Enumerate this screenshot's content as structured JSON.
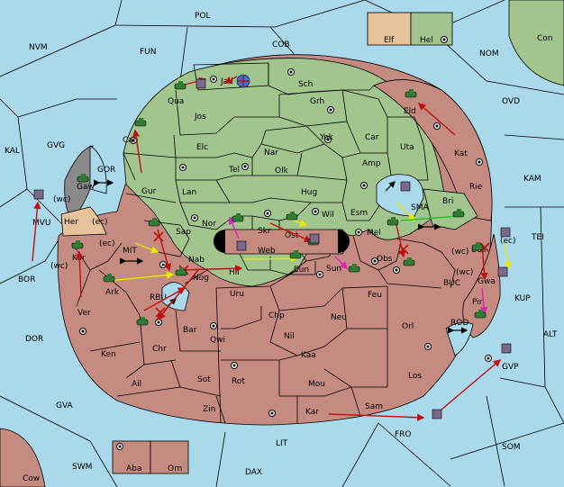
{
  "legend": {
    "left": "Elf",
    "right": "Hel"
  },
  "colors": {
    "sea": "#a9d9ea",
    "hel": "#a2c58e",
    "opponent": "#c58a80",
    "elf": "#e7c29a",
    "neutral": "#8a8a8a"
  },
  "sea_labels": {
    "POL": "POL",
    "COB": "COB",
    "FUN": "FUN",
    "NVM": "NVM",
    "NOM": "NOM",
    "CON": "Con",
    "OVD": "OVD",
    "KAL": "KAL",
    "GVG": "GVG",
    "GOR": "GOR",
    "KAM": "KAM",
    "TEI": "TEI",
    "MIT": "MIT",
    "BOR": "BOR",
    "DOR": "DOR",
    "RBU": "RBU",
    "BUC": "BUC",
    "KUP": "KUP",
    "ROD": "ROD",
    "ALT": "ALT",
    "GVA": "GVA",
    "LIT": "LIT",
    "FRO": "FRO",
    "SOM": "SOM",
    "SWM": "SWM",
    "DAX": "DAX",
    "SMA": "SMA",
    "WC1": "(wc)",
    "EC1": "(ec)",
    "WC2": "(wc)",
    "EC2": "(ec)",
    "WC3": "(wc)",
    "EC3": "(ec)",
    "WC4": "(wc)"
  },
  "land_labels": {
    "Jad": "Jad",
    "Sch": "Sch",
    "Qua": "Qua",
    "Jos": "Jos",
    "Grh": "Grh",
    "Eld": "Eld",
    "Can": "Can",
    "Elc": "Elc",
    "Nar": "Nar",
    "Yok": "Yok",
    "Car": "Car",
    "Uta": "Uta",
    "Kat": "Kat",
    "Tel": "Tel",
    "Olk": "Olk",
    "Amp": "Amp",
    "Gaw": "Gaw",
    "Gur": "Gur",
    "Lan": "Lan",
    "Hug": "Hug",
    "Rie": "Rie",
    "Bri": "Bri",
    "MVU": "MVU",
    "Her": "Her",
    "Nor": "Nor",
    "Skr": "Skr",
    "Wil": "Wil",
    "Esm": "Esm",
    "Sap": "Sap",
    "Web": "Web",
    "Ost": "Ost",
    "Mel": "Mel",
    "Bos": "Bos",
    "Kor": "Kor",
    "Nab": "Nab",
    "Obs": "Obs",
    "Hil": "Hil",
    "Eun": "Eun",
    "Sun": "Sun",
    "Gwa": "Gwa",
    "Ark": "Ark",
    "Nog": "Nog",
    "Pir": "Pir",
    "Uru": "Uru",
    "Feu": "Feu",
    "Ver": "Ver",
    "Chp": "Chp",
    "Neu": "Neu",
    "Orl": "Orl",
    "Bar": "Bar",
    "Qwi": "Qwi",
    "Nil": "Nil",
    "Chr": "Chr",
    "Ken": "Ken",
    "Kaa": "Kaa",
    "Los": "Los",
    "Ail": "Ail",
    "Sot": "Sot",
    "Rot": "Rot",
    "Mou": "Mou",
    "Zin": "Zin",
    "Sam": "Sam",
    "Kar": "Kar",
    "GVP": "GVP",
    "Aba": "Aba",
    "Orn": "Orn",
    "Cow": "Cow"
  }
}
